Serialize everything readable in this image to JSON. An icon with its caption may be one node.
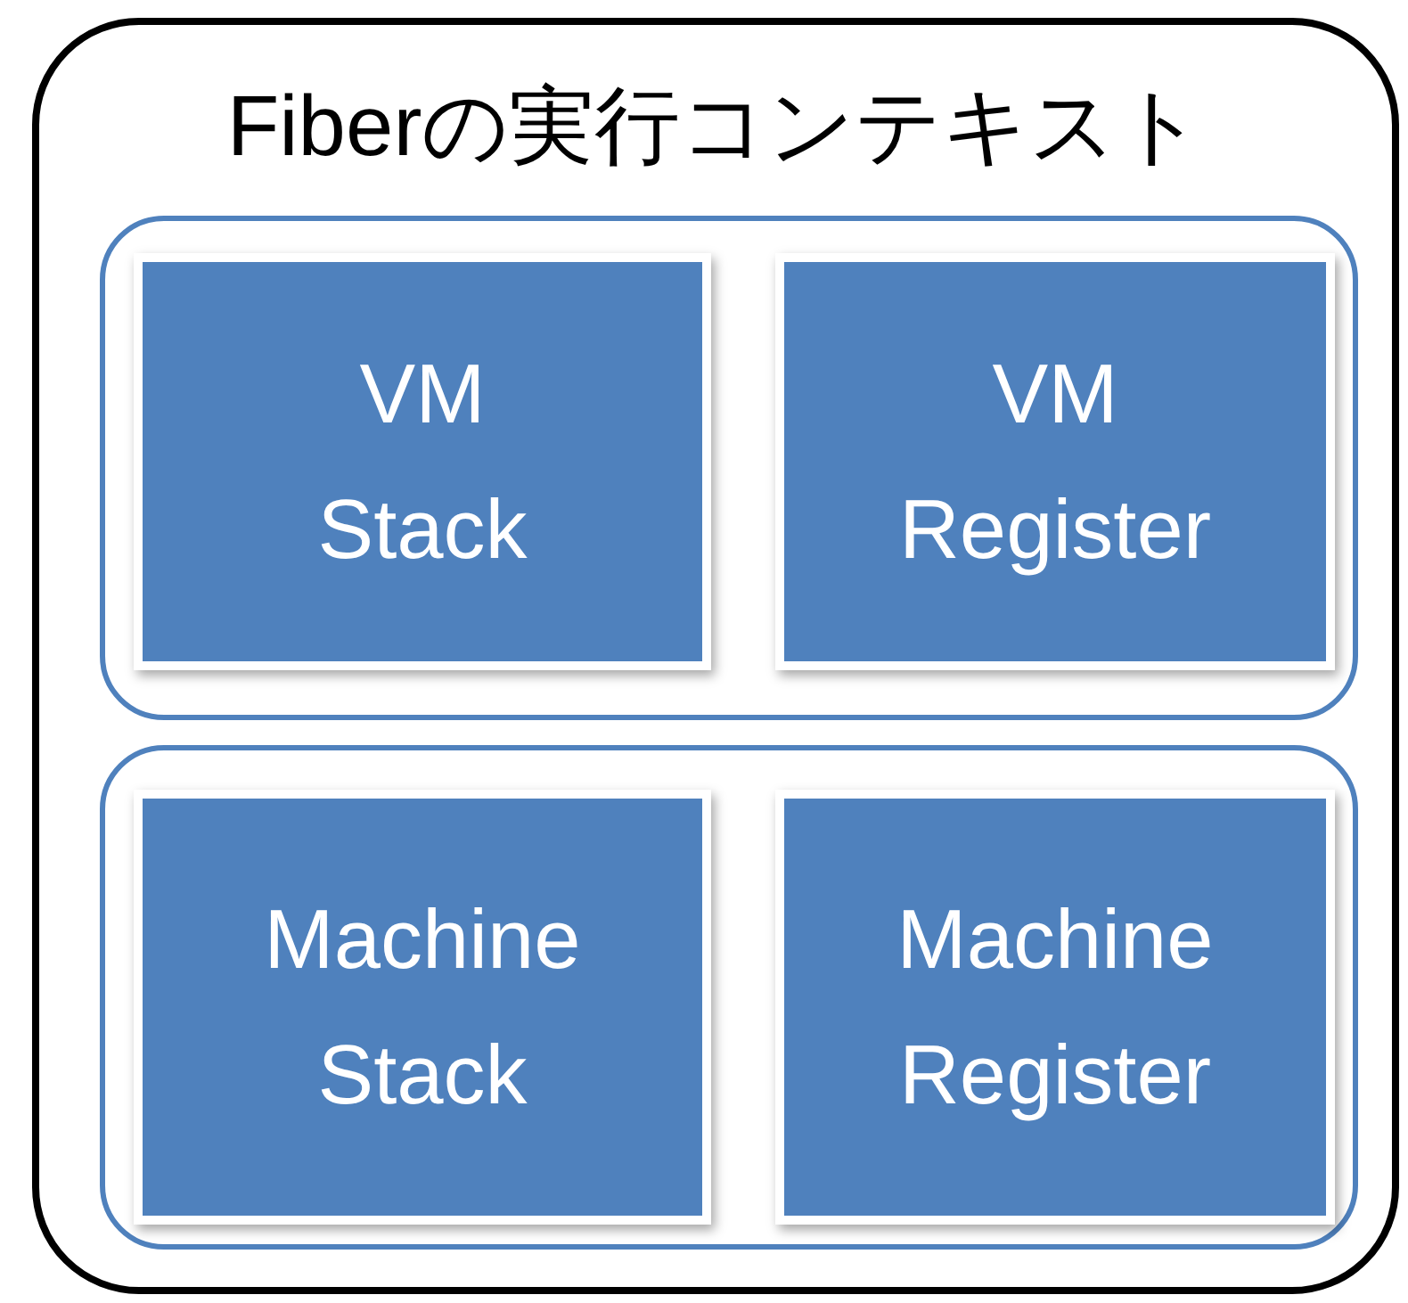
{
  "diagram": {
    "nodes": [
      {
        "text": [
          "Fiberの実行コンテキスト"
        ]
      },
      {
        "text": [],
        "shape": "box",
        "in": 0
      },
      {
        "text": [
          "VM Stack"
        ],
        "in": 1
      },
      {
        "text": [
          "VM Register"
        ],
        "in": 1
      },
      {
        "text": [],
        "shape": "box",
        "in": 0
      },
      {
        "text": [
          "Machine Stack"
        ],
        "in": 4
      },
      {
        "text": [
          "Machine Register"
        ],
        "in": 4
      }
    ]
  }
}
